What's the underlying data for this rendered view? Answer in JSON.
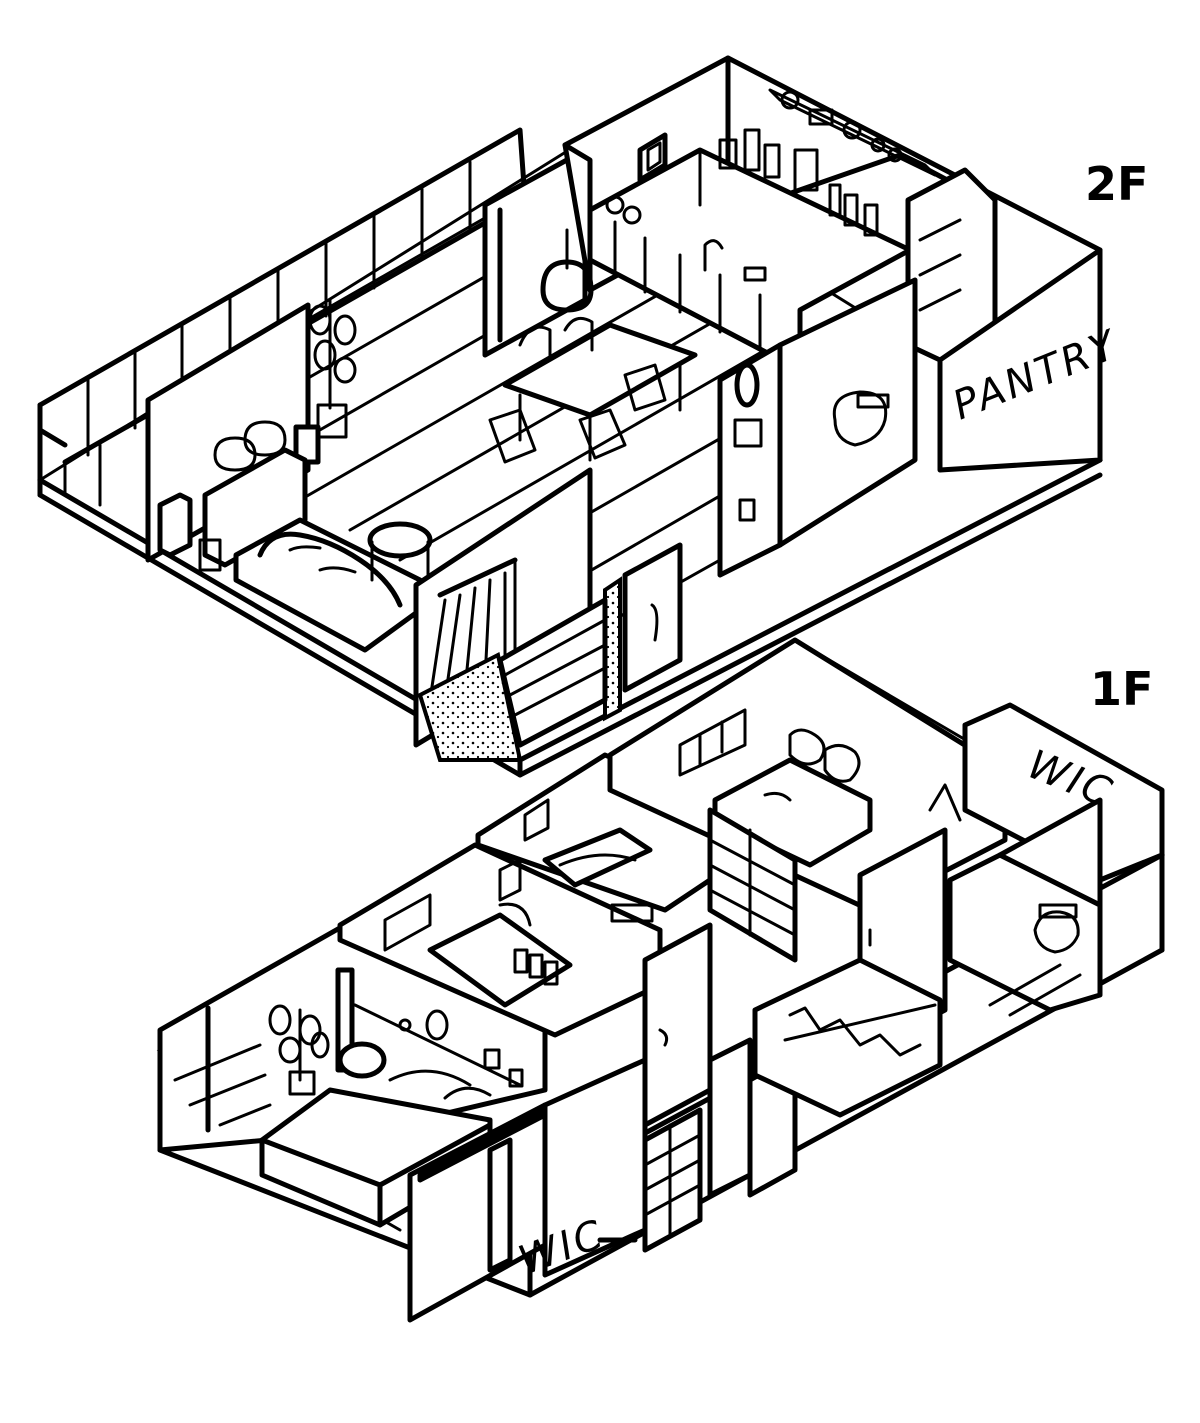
{
  "labels": {
    "upper_floor": "2F",
    "lower_floor": "1F",
    "pantry": "PANTRY",
    "wic_upper_right": "WIC",
    "wic_lower_left": "WIC"
  },
  "colors": {
    "line": "#000000",
    "background": "#ffffff"
  }
}
